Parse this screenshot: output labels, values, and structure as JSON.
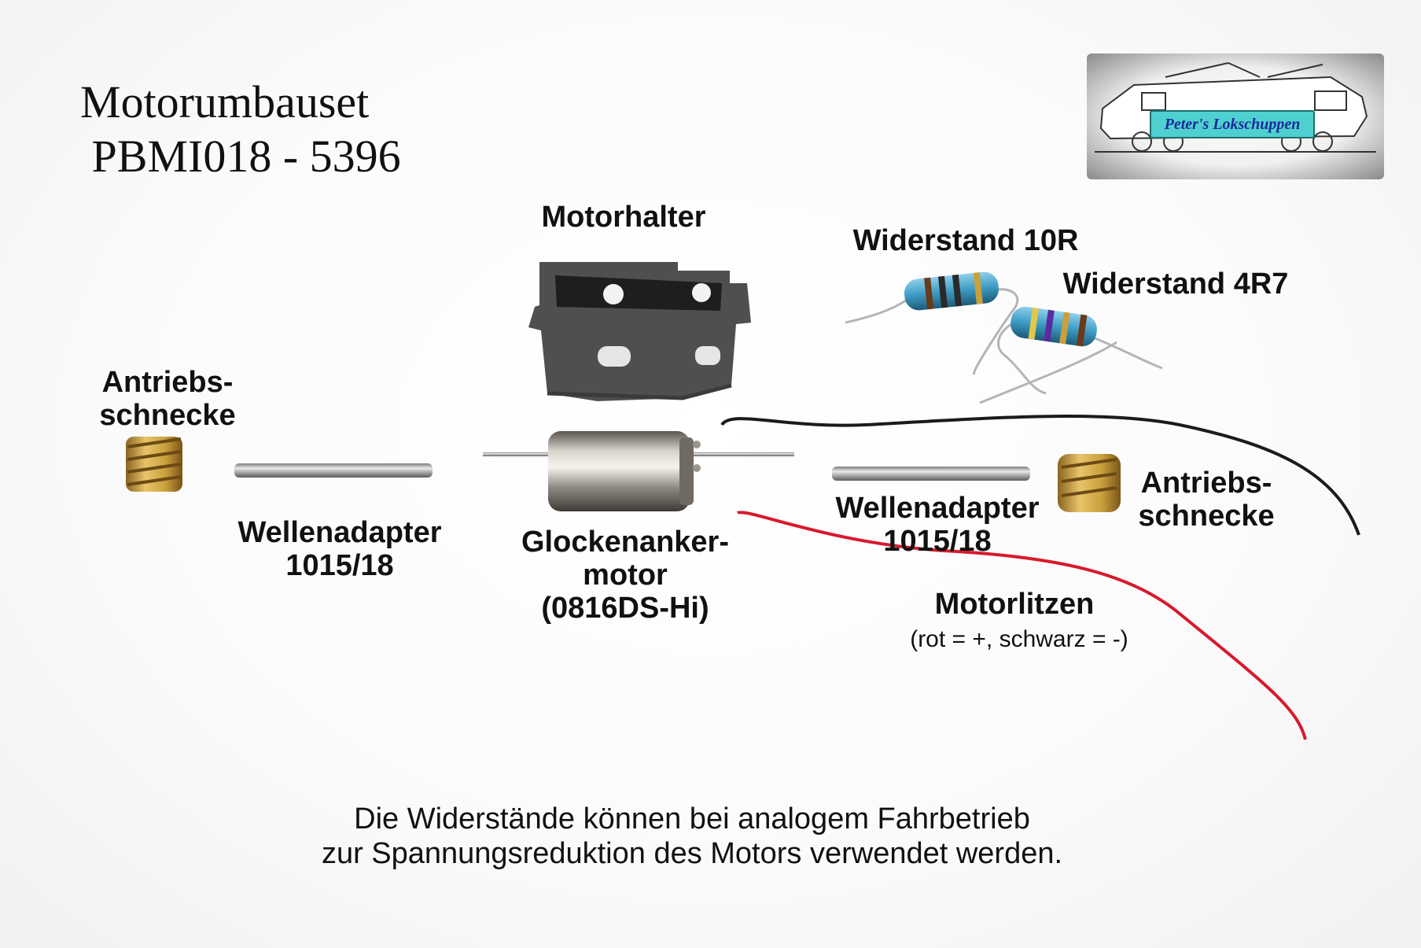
{
  "title": {
    "line1": "Motorumbauset",
    "line2": " PBMI018 - 5396"
  },
  "logo": {
    "text": "Peter's Lokschuppen"
  },
  "labels": {
    "motorhalter": "Motorhalter",
    "widerstand_10r": "Widerstand 10R",
    "widerstand_4r7": "Widerstand 4R7",
    "antrieb_left": "Antriebs-\nschnecke",
    "antrieb_right": "Antriebs-\nschnecke",
    "wellenadapter_left": "Wellenadapter\n1015/18",
    "wellenadapter_right": "Wellenadapter\n1015/18",
    "motor": "Glockenanker-\nmotor\n(0816DS-Hi)",
    "motorlitzen": "Motorlitzen",
    "motorlitzen_note": "(rot = +, schwarz = -)"
  },
  "note": {
    "text": "Die Widerstände können bei analogem Fahrbetrieb\nzur Spannungsreduktion des Motors verwendet werden."
  },
  "colors": {
    "brass": "#c9a03c",
    "holder": "#4a4d4c",
    "resistor": "#3d9bc4",
    "wire_red": "#d8192b",
    "wire_black": "#1b1b1b",
    "logo_band": "#4fd0d0"
  }
}
